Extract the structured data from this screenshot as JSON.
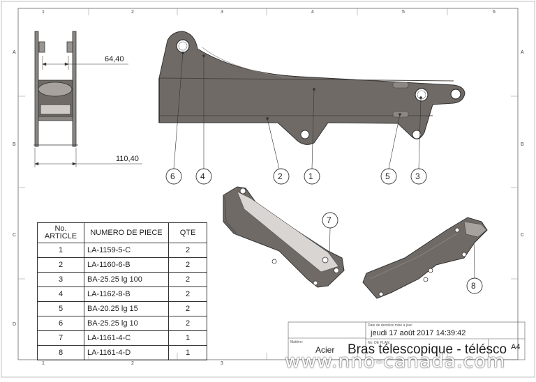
{
  "grid": {
    "cols": [
      "1",
      "2",
      "3",
      "4",
      "5",
      "6"
    ],
    "rows": [
      "A",
      "B",
      "C",
      "D"
    ]
  },
  "dims": {
    "width_inner": "64,40",
    "width_outer": "110,40"
  },
  "balloons": [
    "6",
    "4",
    "2",
    "1",
    "5",
    "3",
    "7",
    "8"
  ],
  "bom": {
    "headers": [
      "No. ARTICLE",
      "NUMERO DE PIECE",
      "QTE"
    ],
    "rows": [
      {
        "no": "1",
        "part": "LA-1159-5-C",
        "qty": "2"
      },
      {
        "no": "2",
        "part": "LA-1160-6-B",
        "qty": "2"
      },
      {
        "no": "3",
        "part": "BA-25.25 lg 100",
        "qty": "2"
      },
      {
        "no": "4",
        "part": "LA-1162-8-B",
        "qty": "2"
      },
      {
        "no": "5",
        "part": "BA-20.25 lg 15",
        "qty": "2"
      },
      {
        "no": "6",
        "part": "BA-25.25 lg 10",
        "qty": "2"
      },
      {
        "no": "7",
        "part": "LA-1161-4-C",
        "qty": "1"
      },
      {
        "no": "8",
        "part": "LA-1161-4-D",
        "qty": "1"
      }
    ]
  },
  "title_block": {
    "date_label": "Date de dernière mise à jour:",
    "date_value": "jeudi 17 août 2017 14:39:42",
    "material_label": "Matière:",
    "material_value": "Acier",
    "plan_label": "No. DE PLAN:",
    "title": "Bras télescopique - télésco",
    "sheet_size": "A4"
  },
  "watermark": "www.nno-canada.com",
  "colors": {
    "part_fill": "#6f6a66",
    "part_dark": "#55504c",
    "part_light": "#8c8783",
    "line": "#333333"
  }
}
